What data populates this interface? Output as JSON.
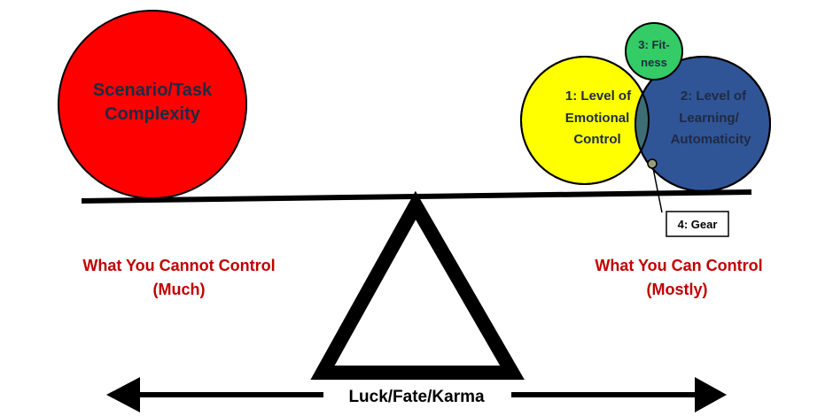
{
  "colors": {
    "red": "#ff0000",
    "yellow": "#ffff00",
    "blue": "#2f5597",
    "green": "#33cc66",
    "overlap": "#3e6e74",
    "dark_red": "#c00000",
    "black": "#000000"
  },
  "scenario": {
    "line1": "Scenario/Task",
    "line2": "Complexity"
  },
  "emotional": {
    "line1": "1: Level of",
    "line2": "Emotional",
    "line3": "Control"
  },
  "learning": {
    "line1": "2: Level of",
    "line2": "Learning/",
    "line3": "Automaticity"
  },
  "fitness": {
    "line1": "3: Fit-",
    "line2": "ness"
  },
  "gear": {
    "label": "4: Gear"
  },
  "left_caption": {
    "line1": "What You Cannot Control",
    "line2": "(Much)"
  },
  "right_caption": {
    "line1": "What You Can Control",
    "line2": "(Mostly)"
  },
  "axis": {
    "label": "Luck/Fate/Karma"
  }
}
